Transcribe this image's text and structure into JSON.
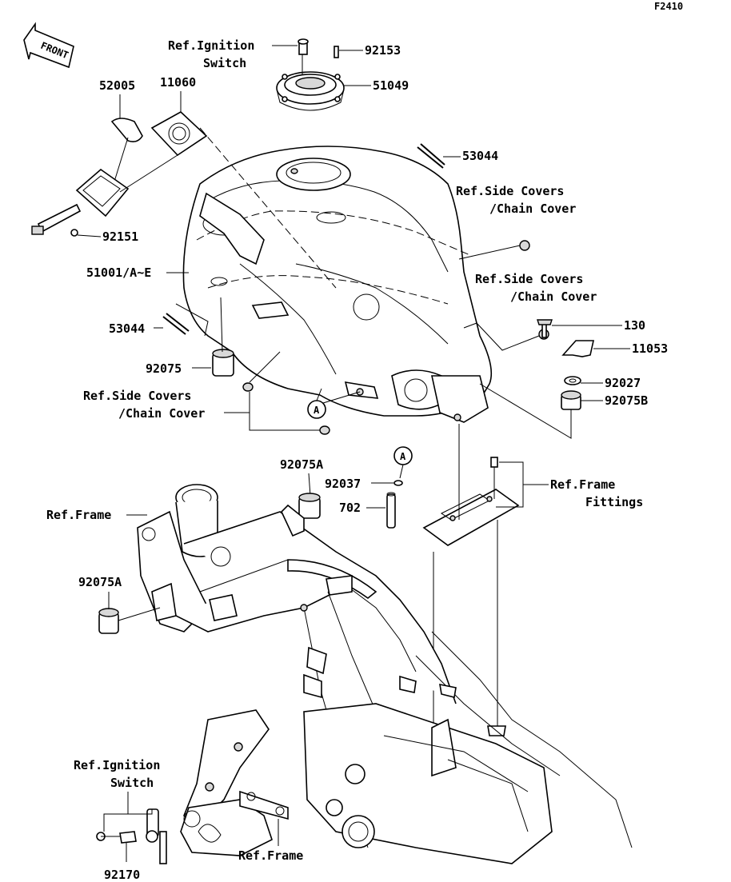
{
  "diagram_code": "F2410",
  "front_label": "FRONT",
  "callouts": {
    "ref_ignition_top": [
      "Ref.Ignition",
      "Switch"
    ],
    "p92153": "92153",
    "p51049": "51049",
    "p52005": "52005",
    "p11060": "11060",
    "p53044_top": "53044",
    "ref_side_1": [
      "Ref.Side Covers",
      "/Chain Cover"
    ],
    "p92151": "92151",
    "p51001": "51001/A~E",
    "ref_side_2": [
      "Ref.Side Covers",
      "/Chain Cover"
    ],
    "p53044_left": "53044",
    "p130": "130",
    "p11053": "11053",
    "p92075": "92075",
    "p92027": "92027",
    "ref_side_3": [
      "Ref.Side Covers",
      "/Chain Cover"
    ],
    "p92075B": "92075B",
    "circle_a": "A",
    "p92075A_top": "92075A",
    "p92037": "92037",
    "p702": "702",
    "ref_frame_fittings": [
      "Ref.Frame",
      "Fittings"
    ],
    "ref_frame_left": "Ref.Frame",
    "p92075A_left": "92075A",
    "ref_ignition_bottom": [
      "Ref.Ignition",
      "Switch"
    ],
    "ref_frame_bottom": "Ref.Frame",
    "p92170": "92170"
  }
}
